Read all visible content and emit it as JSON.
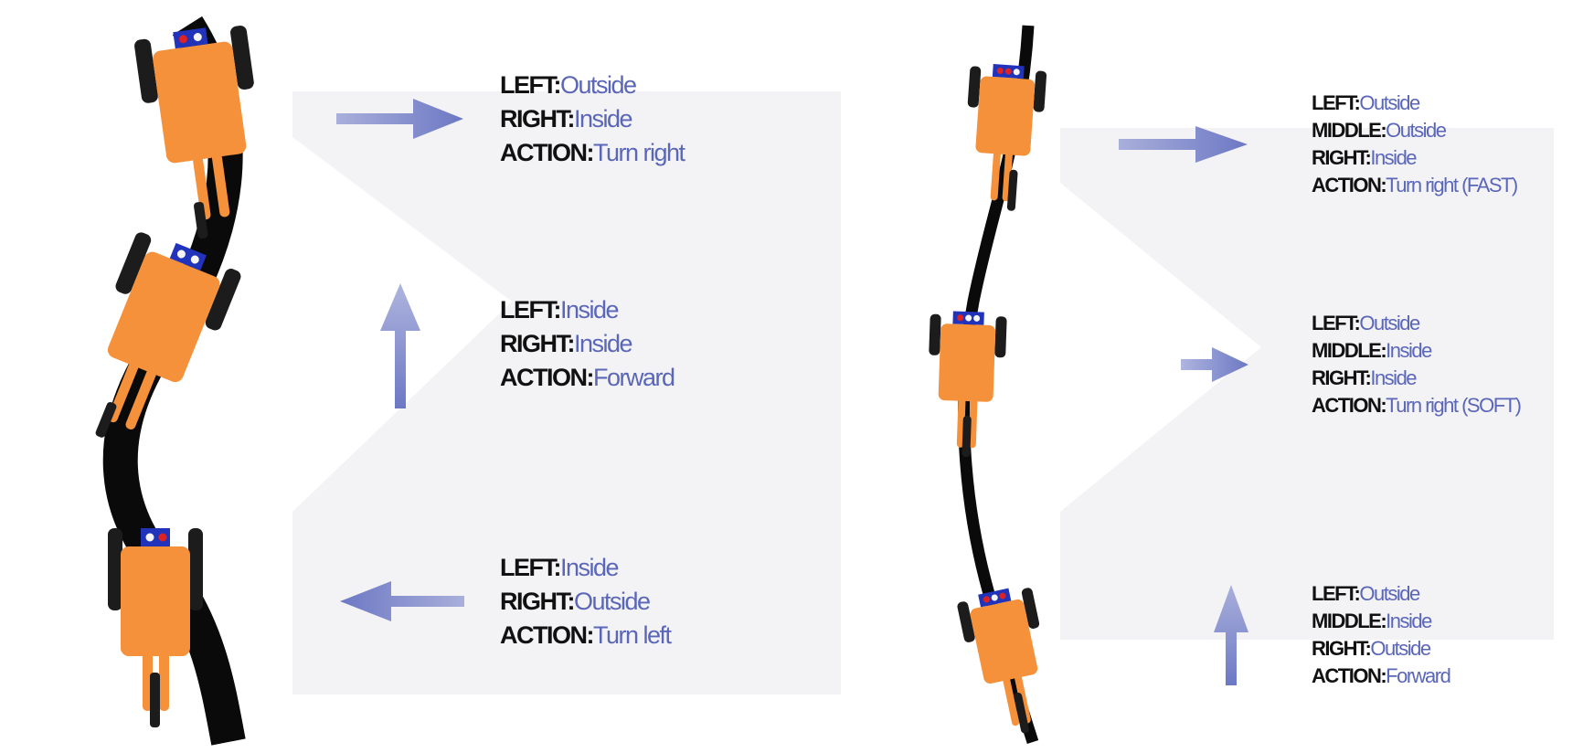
{
  "colors": {
    "track": "#0a0a0a",
    "robot_body": "#f5913a",
    "sensor_board": "#2233bb",
    "sensor_active": "#dd2222",
    "sensor_idle": "#f5f5f5",
    "wheel": "#1c1c1c",
    "arrow": "#6c78c4",
    "label_key": "#111111",
    "label_value": "#5a66b8",
    "watermark": "#f3f3f6"
  },
  "icons": [
    "robot-icon",
    "arrow-right-icon",
    "arrow-up-icon",
    "arrow-left-icon"
  ],
  "two_sensor": {
    "cases": [
      {
        "arrow": "right",
        "lines": [
          {
            "key": "LEFT:",
            "value": "Outside"
          },
          {
            "key": "RIGHT:",
            "value": "Inside"
          },
          {
            "key": "ACTION:",
            "value": "Turn right"
          }
        ]
      },
      {
        "arrow": "up",
        "lines": [
          {
            "key": "LEFT:",
            "value": "Inside"
          },
          {
            "key": "RIGHT:",
            "value": "Inside"
          },
          {
            "key": "ACTION:",
            "value": "Forward"
          }
        ]
      },
      {
        "arrow": "left",
        "lines": [
          {
            "key": "LEFT:",
            "value": "Inside"
          },
          {
            "key": "RIGHT:",
            "value": "Outside"
          },
          {
            "key": "ACTION:",
            "value": "Turn left"
          }
        ]
      }
    ]
  },
  "three_sensor": {
    "cases": [
      {
        "arrow": "right",
        "lines": [
          {
            "key": "LEFT:",
            "value": "Outside"
          },
          {
            "key": "MIDDLE:",
            "value": "Outside"
          },
          {
            "key": "RIGHT:",
            "value": "Inside"
          },
          {
            "key": "ACTION:",
            "value": "Turn right (FAST)"
          }
        ]
      },
      {
        "arrow": "right",
        "lines": [
          {
            "key": "LEFT:",
            "value": "Outside"
          },
          {
            "key": "MIDDLE:",
            "value": "Inside"
          },
          {
            "key": "RIGHT:",
            "value": "Inside"
          },
          {
            "key": "ACTION:",
            "value": "Turn right (SOFT)"
          }
        ]
      },
      {
        "arrow": "up",
        "lines": [
          {
            "key": "LEFT:",
            "value": "Outside"
          },
          {
            "key": "MIDDLE:",
            "value": "Inside"
          },
          {
            "key": "RIGHT:",
            "value": "Outside"
          },
          {
            "key": "ACTION:",
            "value": "Forward"
          }
        ]
      }
    ]
  }
}
